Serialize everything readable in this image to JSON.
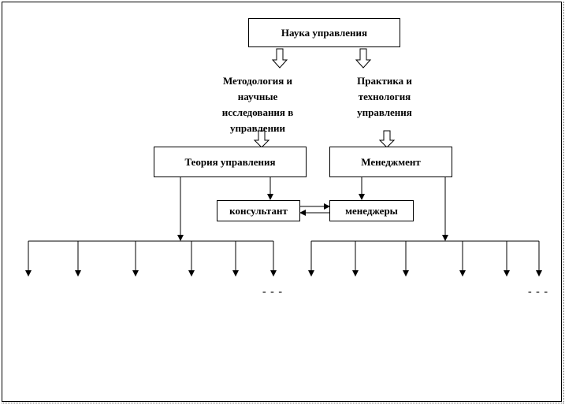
{
  "boxes": {
    "science": "Наука управления",
    "theory": "Теория управления",
    "management": "Менеджмент",
    "consultant": "консультант",
    "managers": "менеджеры"
  },
  "labels": {
    "methodology": "Методология и научные исследования в управлении",
    "practice": "Практика и технология управления"
  },
  "ellipsis": "- - -",
  "colors": {
    "line": "#000000",
    "background": "#ffffff"
  }
}
